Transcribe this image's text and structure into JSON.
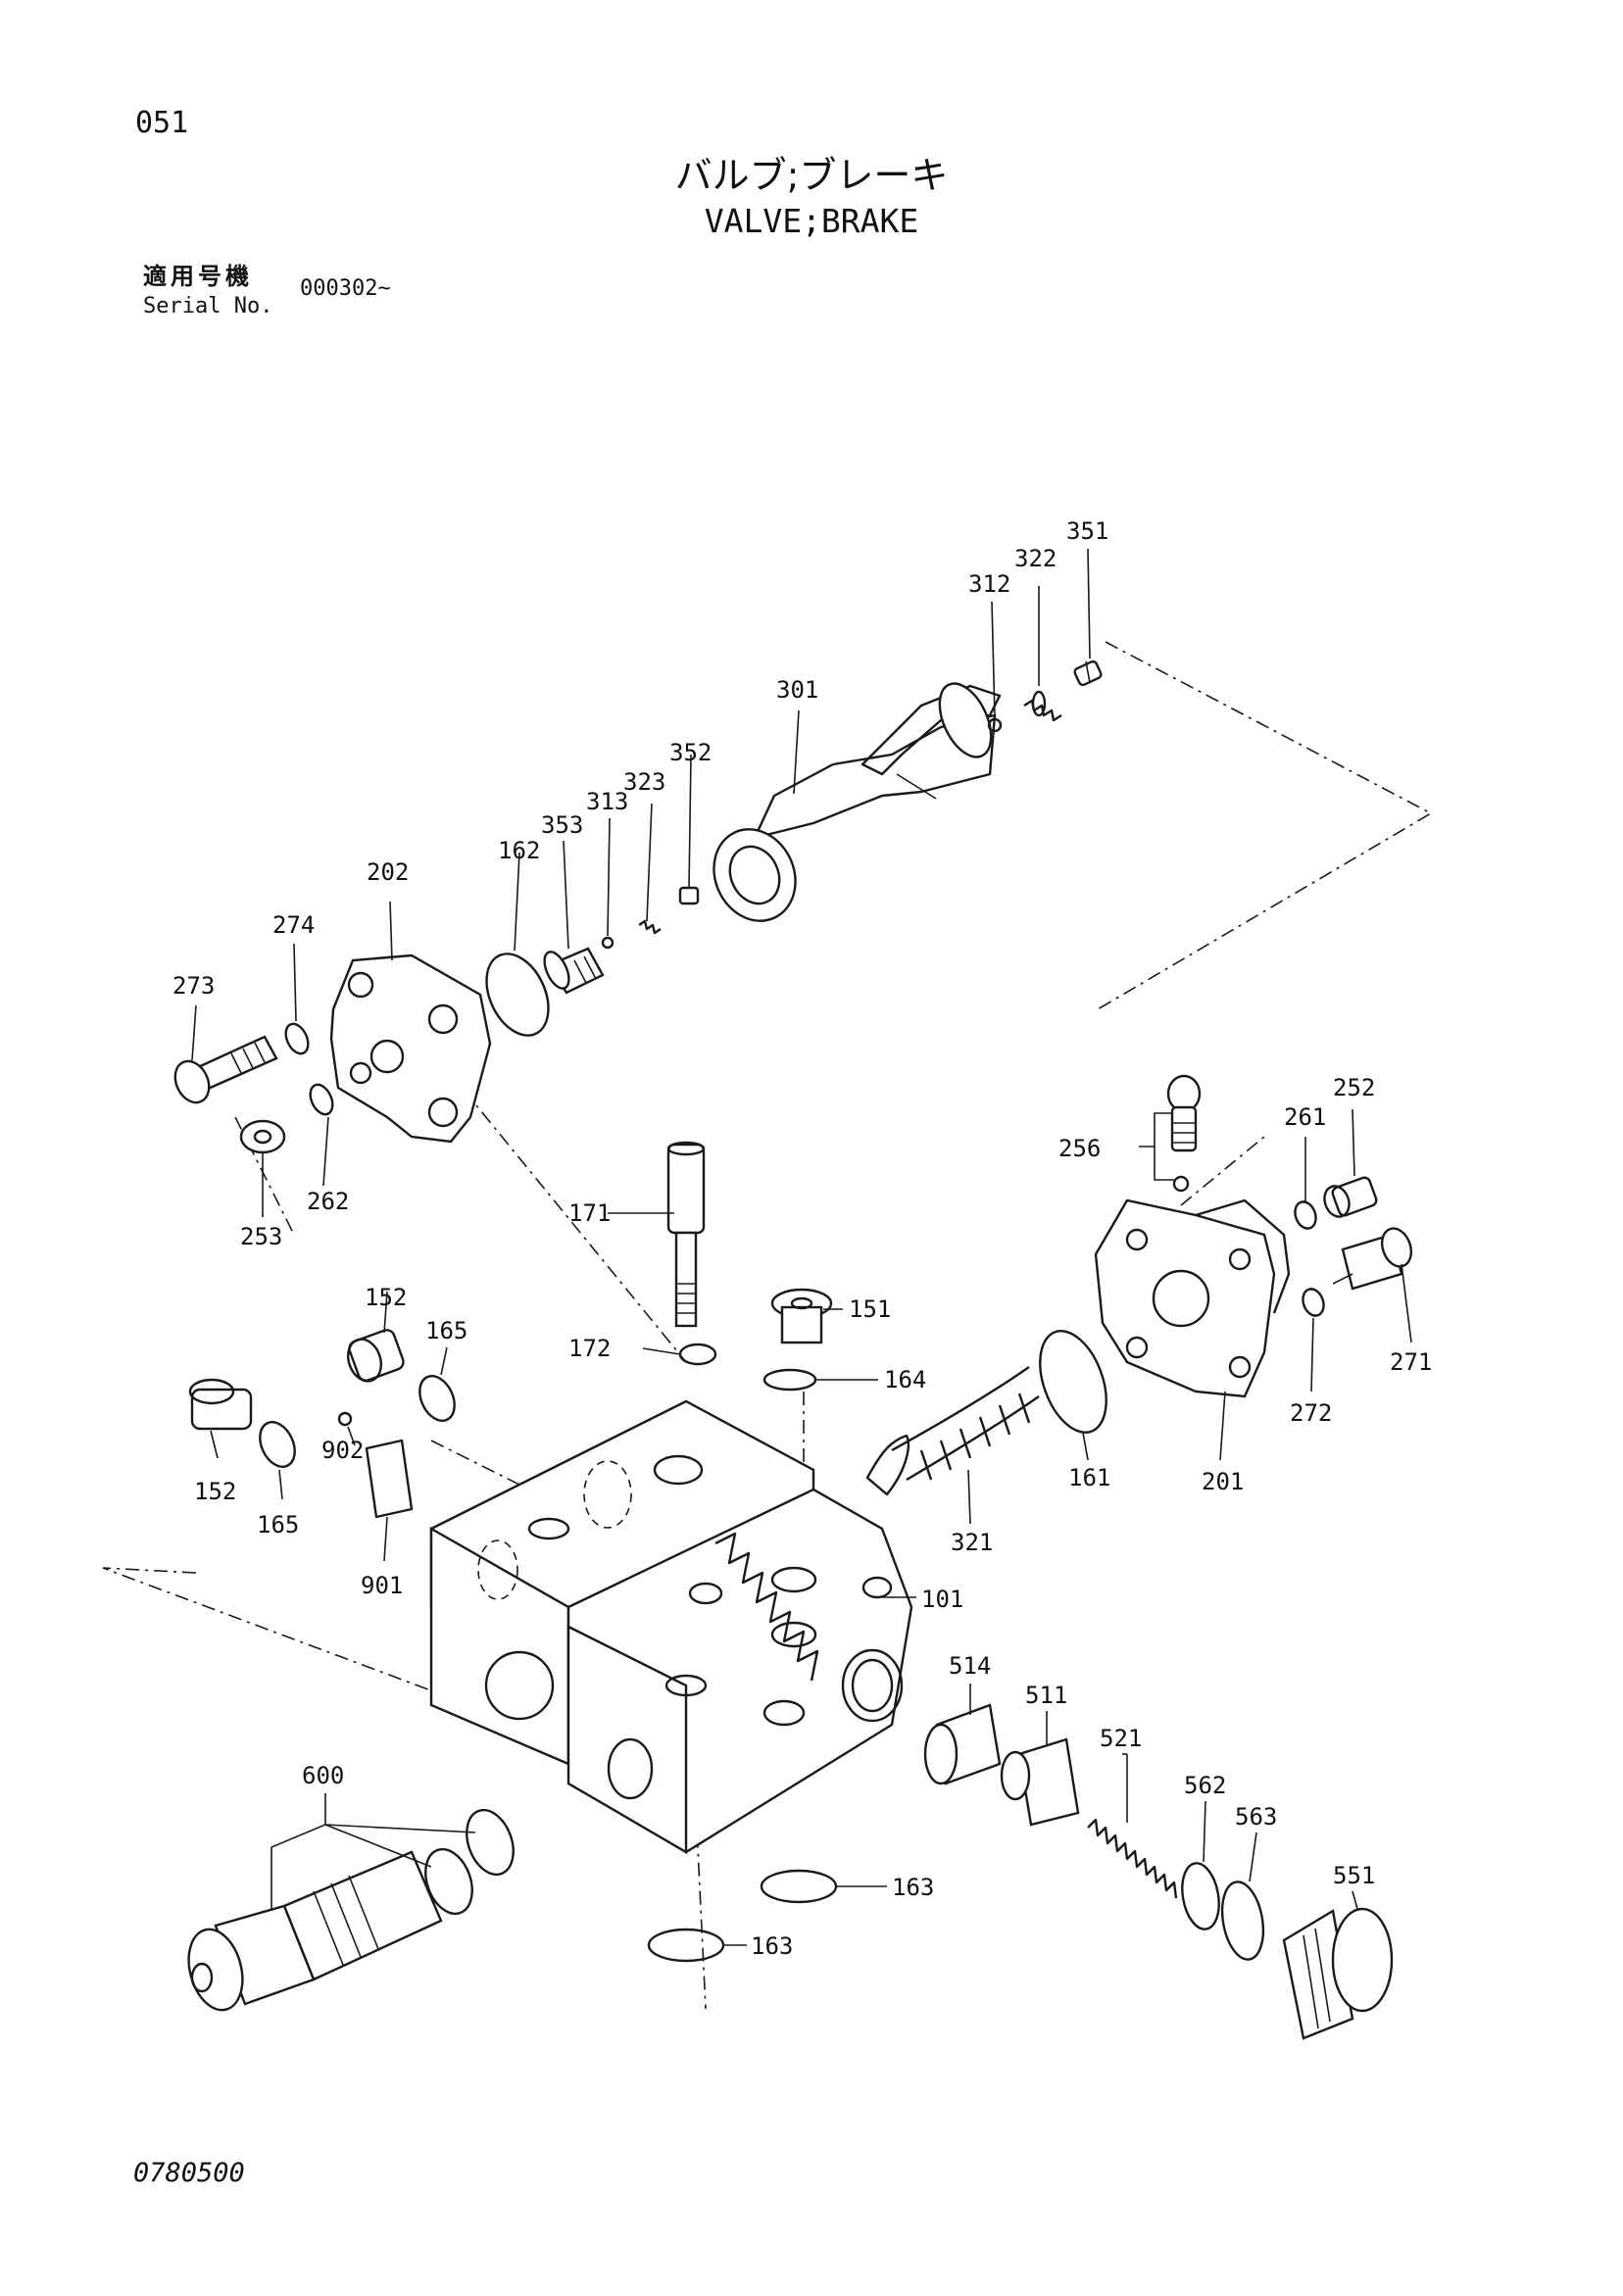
{
  "header": {
    "page_number": "051",
    "title_jp": "バルブ;ブレーキ",
    "title_en": "VALVE;BRAKE",
    "serial_label_jp": "適用号機",
    "serial_label_en": "Serial No.",
    "serial_value": "000302~"
  },
  "footer": {
    "doc_code": "0780500"
  },
  "callouts": {
    "c351": "351",
    "c322": "322",
    "c312": "312",
    "c301": "301",
    "c352": "352",
    "c323": "323",
    "c313": "313",
    "c353": "353",
    "c162": "162",
    "c202": "202",
    "c274": "274",
    "c273": "273",
    "c262": "262",
    "c253": "253",
    "c252": "252",
    "c261": "261",
    "c256": "256",
    "c171": "171",
    "c151": "151",
    "c172": "172",
    "c164": "164",
    "c152a": "152",
    "c165a": "165",
    "c152b": "152",
    "c165b": "165",
    "c902": "902",
    "c901": "901",
    "c161": "161",
    "c201": "201",
    "c271": "271",
    "c272": "272",
    "c321": "321",
    "c101": "101",
    "c514": "514",
    "c511": "511",
    "c521": "521",
    "c562": "562",
    "c563": "563",
    "c551": "551",
    "c600": "600",
    "c163a": "163",
    "c163b": "163"
  }
}
